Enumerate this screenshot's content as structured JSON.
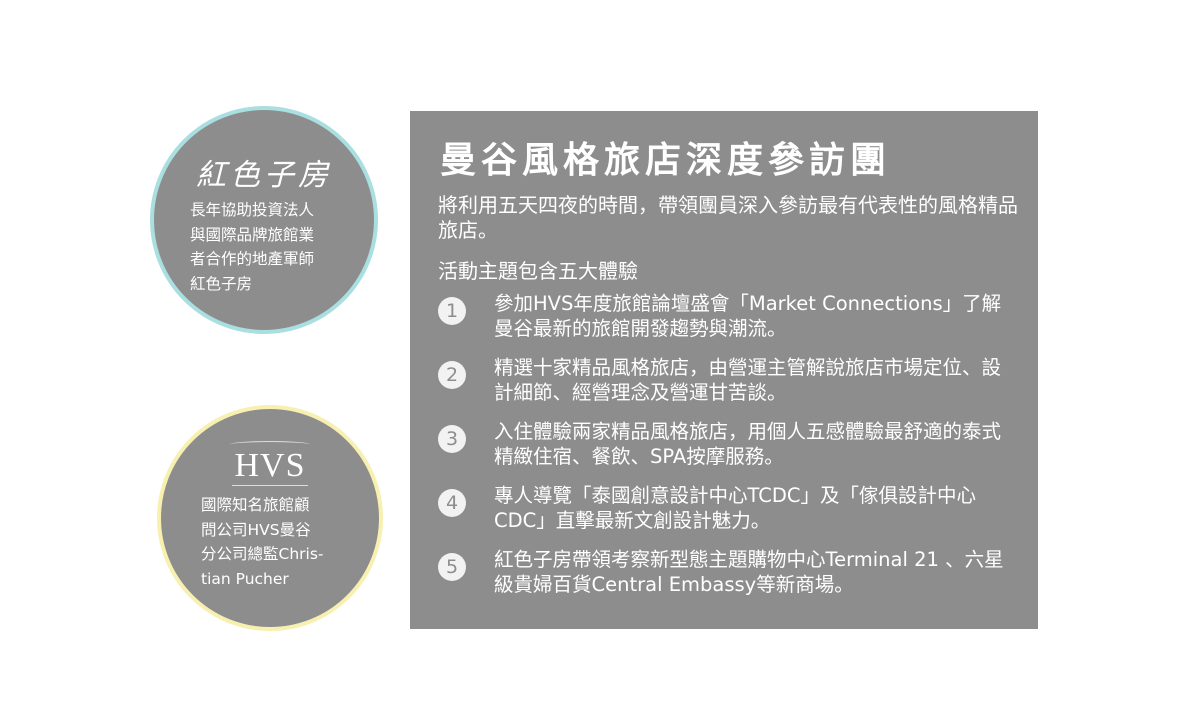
{
  "partner1": {
    "logo_text": "紅色子房",
    "lines": [
      "長年協助投資法人",
      "與國際品牌旅館業",
      "者合作的地產軍師",
      "紅色子房"
    ]
  },
  "partner2": {
    "logo_text": "HVS",
    "lines": [
      "國際知名旅館顧",
      "問公司HVS曼谷",
      "分公司總監Chris-",
      "tian Pucher"
    ]
  },
  "panel": {
    "title": "曼谷風格旅店深度參訪團",
    "intro": "將利用五天四夜的時間，帶領團員深入參訪最有代表性的風格精品旅店。",
    "theme": "活動主題包含五大體驗",
    "items": [
      {
        "num": "1",
        "text": "參加HVS年度旅館論壇盛會「Market Connections」了解曼谷最新的旅館開發趨勢與潮流。"
      },
      {
        "num": "2",
        "text": "精選十家精品風格旅店，由營運主管解說旅店市場定位、設計細節、經營理念及營運甘苦談。"
      },
      {
        "num": "3",
        "text": "入住體驗兩家精品風格旅店，用個人五感體驗最舒適的泰式精緻住宿、餐飲、SPA按摩服務。"
      },
      {
        "num": "4",
        "text": "專人導覽「泰國創意設計中心TCDC」及「傢俱設計中心 CDC」直擊最新文創設計魅力。"
      },
      {
        "num": "5",
        "text": "紅色子房帶領考察新型態主題購物中心Terminal 21 、六星級貴婦百貨Central Embassy等新商場。"
      }
    ]
  },
  "colors": {
    "panel": "#8d8d8d",
    "teal_ring": "#a9dfe0",
    "yellow_ring": "#f8f0b0"
  }
}
